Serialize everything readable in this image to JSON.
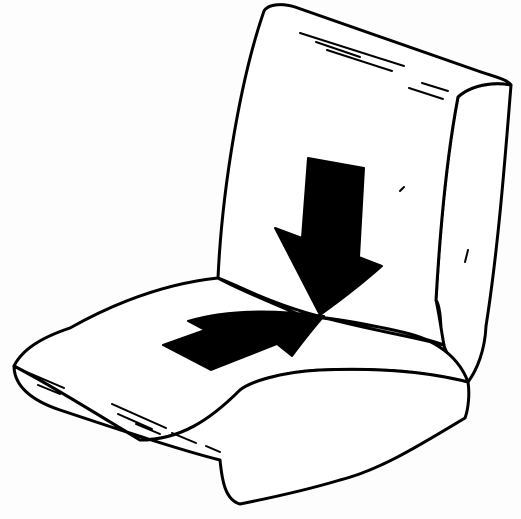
{
  "colors": {
    "background": "#fdfdfd",
    "outline": "#000000",
    "fill": "#ffffff",
    "arrow_fill": "#000000"
  },
  "illustration": {
    "subject": "seat-cushion",
    "arrows": [
      "down-arrow",
      "right-arrow"
    ]
  }
}
